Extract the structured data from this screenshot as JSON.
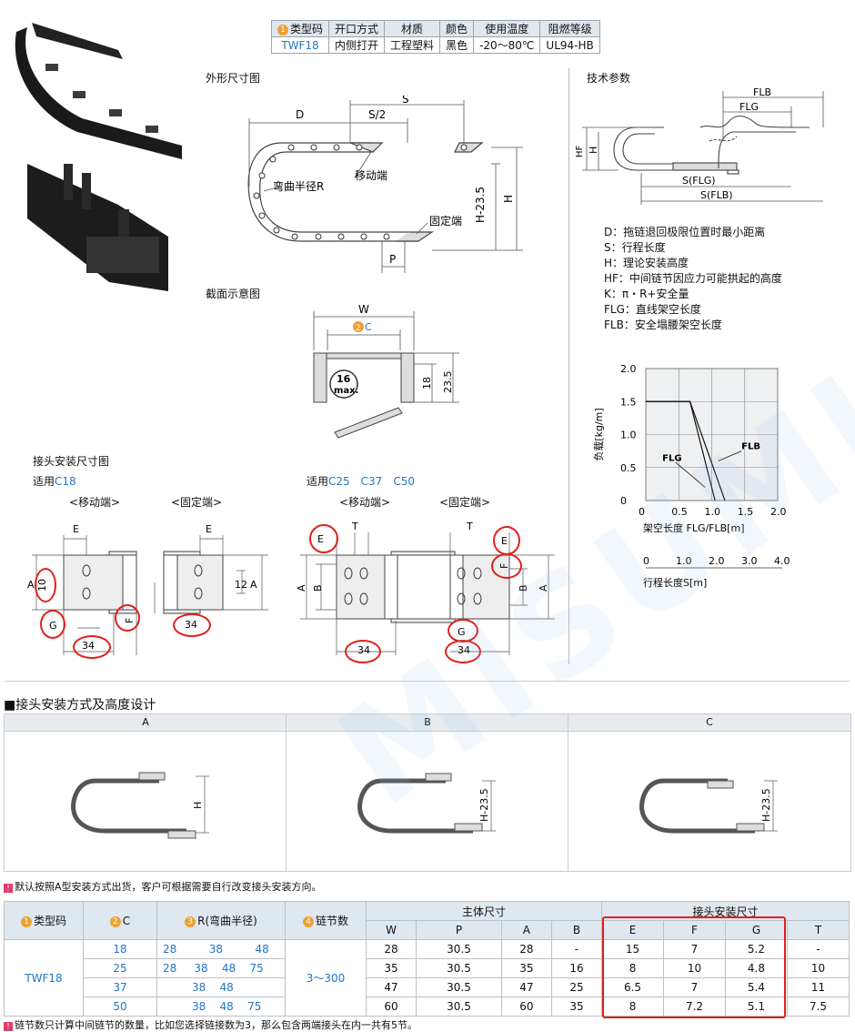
{
  "spec_table": {
    "headers": [
      "类型码",
      "开口方式",
      "材质",
      "颜色",
      "使用温度",
      "阻燃等级"
    ],
    "badge": "1",
    "values": [
      "TWF18",
      "内侧打开",
      "工程塑料",
      "黑色",
      "-20～80℃",
      "UL94-HB"
    ]
  },
  "outline": {
    "title": "外形尺寸图",
    "D": "D",
    "S_half": "S/2",
    "S": "S",
    "moving": "移动端",
    "radius": "弯曲半径R",
    "fixed": "固定端",
    "H23": "H-23.5",
    "H": "H",
    "P": "P"
  },
  "tech": {
    "title": "技术参数",
    "FLB": "FLB",
    "FLG": "FLG",
    "HF": "HF",
    "H": "H",
    "SFLG": "S(FLG)",
    "SFLB": "S(FLB)",
    "defs": [
      "D：拖链退回极限位置时最小距离",
      "S：行程长度",
      "H：理论安装高度",
      "HF：中间链节因应力可能拱起的高度",
      "K：π・R+安全量",
      "FLG：直线架空长度",
      "FLB：安全塌腰架空长度"
    ]
  },
  "section": {
    "title": "截面示意图",
    "W": "W",
    "C_badge": "2",
    "C": "C",
    "max_num": "16",
    "max_txt": "max.",
    "d18": "18",
    "d235": "23.5"
  },
  "chart_data": {
    "type": "line",
    "ylabel": "负载[kg/m]",
    "xlabel": "架空长度 FLG/FLB[m]",
    "x_ticks": [
      "0",
      "0.5",
      "1.0",
      "1.5",
      "2.0"
    ],
    "y_ticks": [
      "0",
      "0.5",
      "1.0",
      "1.5",
      "2.0"
    ],
    "xlim": [
      0,
      2.0
    ],
    "ylim": [
      0,
      2.0
    ],
    "series": [
      {
        "name": "FLG",
        "points": [
          [
            0,
            1.5
          ],
          [
            0.67,
            1.5
          ],
          [
            1.05,
            0
          ]
        ]
      },
      {
        "name": "FLB",
        "points": [
          [
            0,
            1.5
          ],
          [
            0.67,
            1.5
          ],
          [
            1.2,
            0
          ]
        ]
      }
    ],
    "x2label": "行程长度S[m]",
    "x2_ticks": [
      "0",
      "1.0",
      "2.0",
      "3.0",
      "4.0"
    ],
    "grid": true
  },
  "joint": {
    "title": "接头安装尺寸图",
    "left_apply": "适用",
    "left_C": "C18",
    "right_apply": "适用",
    "right_C": "C25　C37　C50",
    "moving": "<移动端>",
    "fixed": "<固定端>",
    "E": "E",
    "A": "A",
    "G": "G",
    "F": "F",
    "T": "T",
    "B": "B",
    "d10": "10",
    "d12": "12",
    "d34": "34"
  },
  "install": {
    "title": "■接头安装方式及高度设计",
    "cols": [
      "A",
      "B",
      "C"
    ],
    "labels": [
      "H",
      "H-23.5",
      "H-23.5"
    ]
  },
  "note1": "默认按照A型安装方式出货，客户可根据需要自行改变接头安装方向。",
  "dim_table": {
    "h_type": "类型码",
    "h_C": "C",
    "h_R": "R(弯曲半径)",
    "h_seg": "链节数",
    "h_body": "主体尺寸",
    "h_joint": "接头安装尺寸",
    "sub": [
      "W",
      "P",
      "A",
      "B",
      "E",
      "F",
      "G",
      "T"
    ],
    "type": "TWF18",
    "seg": "3～300",
    "rows": [
      {
        "C": "18",
        "R": [
          "28",
          "38",
          "48",
          ""
        ],
        "v": [
          "28",
          "30.5",
          "28",
          "-",
          "15",
          "7",
          "5.2",
          "-"
        ]
      },
      {
        "C": "25",
        "R": [
          "28",
          "38",
          "48",
          "75"
        ],
        "v": [
          "35",
          "30.5",
          "35",
          "16",
          "8",
          "10",
          "4.8",
          "10"
        ]
      },
      {
        "C": "37",
        "R": [
          "",
          "38",
          "48",
          ""
        ],
        "v": [
          "47",
          "30.5",
          "47",
          "25",
          "6.5",
          "7",
          "5.4",
          "11"
        ]
      },
      {
        "C": "50",
        "R": [
          "",
          "38",
          "48",
          "75"
        ],
        "v": [
          "60",
          "30.5",
          "60",
          "35",
          "8",
          "7.2",
          "5.1",
          "7.5"
        ]
      }
    ]
  },
  "note2": "链节数只计算中间链节的数量，比如您选择链接数为3，那么包含两端接头在内一共有5节。",
  "watermark": "MISUMI",
  "colors": {
    "accent": "#2176c7",
    "badge": "#f0a030",
    "highlight": "#e0201c",
    "header": "#dfe7ef"
  }
}
